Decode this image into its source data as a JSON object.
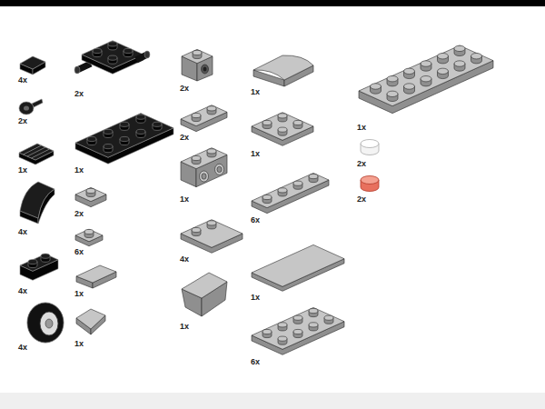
{
  "diagram": {
    "labels": [
      "4x",
      "2x",
      "1x",
      "4x",
      "4x",
      "4x",
      "2x",
      "1x",
      "2x",
      "6x",
      "1x",
      "1x",
      "2x",
      "2x",
      "1x",
      "4x",
      "1x",
      "1x",
      "1x",
      "6x",
      "1x",
      "6x",
      "1x",
      "2x",
      "2x"
    ]
  }
}
